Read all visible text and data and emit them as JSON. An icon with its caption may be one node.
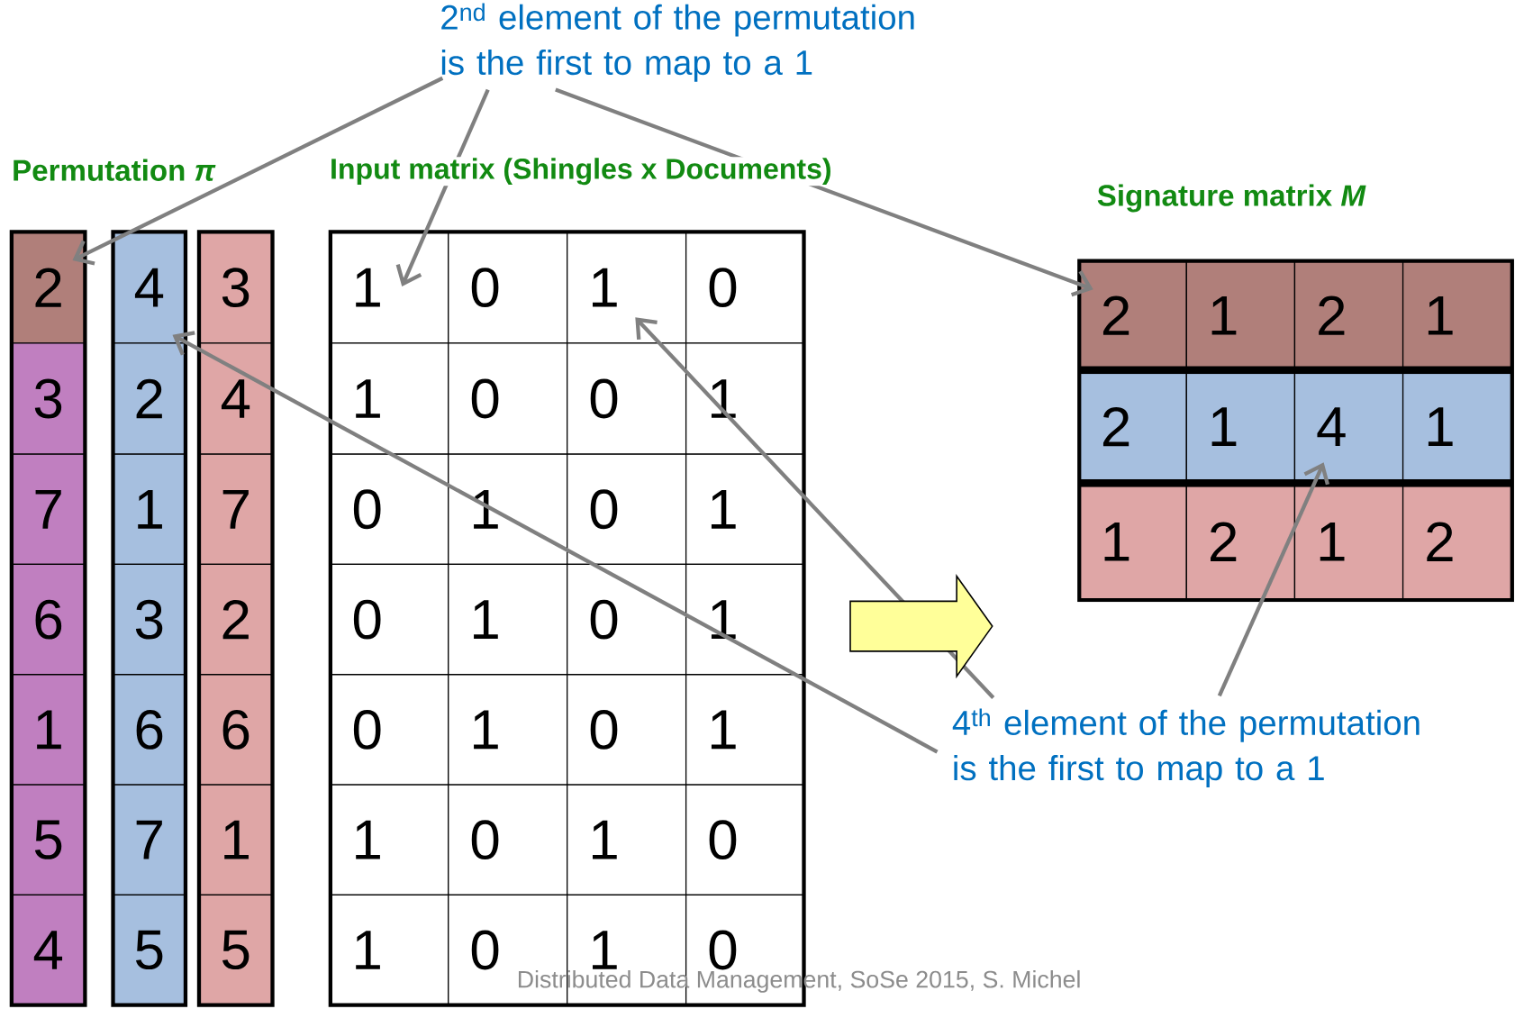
{
  "diagram": {
    "nodes": [
      {
        "text": [
          "2$^{nd}$ element of the permutation is the first to map to a 1"
        ]
      },
      {
        "text": [
          "2"
        ]
      },
      {
        "text": [
          "3"
        ]
      },
      {
        "text": [
          "7"
        ]
      },
      {
        "text": [
          "6"
        ]
      },
      {
        "text": [
          "1"
        ]
      },
      {
        "text": [
          "5"
        ]
      },
      {
        "text": [
          "4"
        ]
      },
      {
        "text": [
          "4"
        ]
      },
      {
        "text": [
          "2"
        ]
      },
      {
        "text": [
          "1"
        ]
      },
      {
        "text": [
          "3"
        ]
      },
      {
        "text": [
          "6"
        ]
      },
      {
        "text": [
          "7"
        ]
      },
      {
        "text": [
          "5"
        ]
      },
      {
        "text": [
          "3"
        ]
      },
      {
        "text": [
          "4"
        ]
      },
      {
        "text": [
          "7"
        ]
      },
      {
        "text": [
          "2"
        ]
      },
      {
        "text": [
          "6"
        ]
      },
      {
        "text": [
          "1"
        ]
      },
      {
        "text": [
          "5"
        ]
      },
      {
        "text": [
          "Input matrix (Shingles x Documents)"
        ]
      },
      {
        "text": [
          "1"
        ],
        "in": 22
      },
      {
        "text": [
          "0"
        ],
        "in": 22
      },
      {
        "text": [
          "1"
        ],
        "in": 22
      },
      {
        "text": [
          "0"
        ],
        "in": 22
      },
      {
        "text": [
          "1"
        ],
        "in": 22
      },
      {
        "text": [
          "0"
        ],
        "in": 22
      },
      {
        "text": [
          "0"
        ],
        "in": 22
      },
      {
        "text": [
          "1"
        ],
        "in": 22
      },
      {
        "text": [
          "0"
        ],
        "in": 22
      },
      {
        "text": [
          "1"
        ],
        "in": 22
      },
      {
        "text": [
          "0"
        ],
        "in": 22
      },
      {
        "text": [
          "1"
        ],
        "in": 22
      },
      {
        "text": [
          "0"
        ],
        "in": 22
      },
      {
        "text": [
          "1"
        ],
        "in": 22
      },
      {
        "text": [
          "0"
        ],
        "in": 22
      },
      {
        "text": [
          "1"
        ],
        "in": 22
      },
      {
        "text": [
          "0"
        ],
        "in": 22
      },
      {
        "text": [
          "1"
        ],
        "in": 22
      },
      {
        "text": [
          "0"
        ],
        "in": 22
      },
      {
        "text": [
          "1"
        ],
        "in": 22
      },
      {
        "text": [
          "1"
        ],
        "in": 22
      },
      {
        "text": [
          "0"
        ],
        "in": 22
      },
      {
        "text": [
          "1"
        ],
        "in": 22
      },
      {
        "text": [
          "0"
        ],
        "in": 22
      },
      {
        "text": [
          "1"
        ],
        "in": 22
      },
      {
        "text": [
          "0"
        ],
        "in": 22
      },
      {
        "text": [
          "1"
        ],
        "in": 22
      },
      {
        "text": [
          "0"
        ],
        "in": 22
      },
      {
        "text": [
          "Signature matrix *M*"
        ]
      },
      {
        "text": [
          "2"
        ],
        "in": 51
      },
      {
        "text": [
          "1"
        ],
        "in": 51
      },
      {
        "text": [
          "2"
        ],
        "in": 51
      },
      {
        "text": [
          "1"
        ],
        "in": 51
      },
      {
        "text": [
          "2"
        ],
        "in": 51
      },
      {
        "text": [
          "1"
        ],
        "in": 51
      },
      {
        "text": [
          "4"
        ],
        "in": 51
      },
      {
        "text": [
          "1"
        ],
        "in": 51
      },
      {
        "text": [
          "1"
        ],
        "in": 51
      },
      {
        "text": [
          "2"
        ],
        "in": 51
      },
      {
        "text": [
          "1"
        ],
        "in": 51
      },
      {
        "text": [
          "2"
        ],
        "in": 51
      },
      {
        "text": [
          "4$^{th}$ element of the permutation is the first to map to a 1"
        ]
      }
    ],
    "edges": [
      {
        "from": 0,
        "to": 1,
        "arrow": "to"
      },
      {
        "from": 0,
        "to": 23,
        "arrow": "to"
      },
      {
        "from": 0,
        "to": 52,
        "arrow": "to"
      },
      {
        "from": 64,
        "to": 8,
        "arrow": "to"
      },
      {
        "from": 64,
        "to": 25,
        "arrow": "to"
      },
      {
        "from": 64,
        "to": 58,
        "arrow": "to"
      },
      {
        "from": 22,
        "to": 51,
        "arrow": "to",
        "style": "thick",
        "color": "#ffff99"
      }
    ],
    "labels": [
      "Permutation *π*",
      "Distributed Data Management, SoSe 2015, S. Michel"
    ]
  }
}
